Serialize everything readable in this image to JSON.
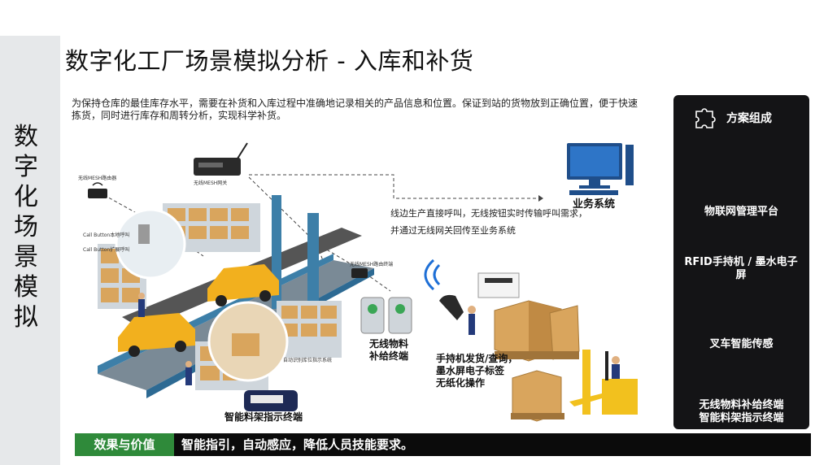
{
  "side_title": "数字化场景模拟",
  "page_title": "数字化工厂场景模拟分析 - 入库和补货",
  "intro": "为保持仓库的最佳库存水平，需要在补货和入库过程中准确地记录相关的产品信息和位置。保证到站的货物放到正确位置，便于快速拣货，同时进行库存和周转分析，实现科学补货。",
  "diagram": {
    "business_system": "业务系统",
    "call_note_line1": "线边生产直接呼叫，无线按钮实时传输呼叫需求，",
    "call_note_line2": "并通过无线网关回传至业务系统",
    "gateway_label": "无线MESH网关",
    "router_label": "无线MESH路由器",
    "terminal_label": "无线MESH路由终端",
    "call_button_label_1": "Call Button本地呼叫",
    "call_button_label_2": "Call Button扩展呼叫",
    "rack_node_label": "自动识别库位指示系统",
    "wireless_terminal_label": "无线物料\n补给终端",
    "handheld_label": "手持机发货/查询，\n墨水屏电子标签\n无纸化操作",
    "shelf_terminal_label": "智能料架指示终端"
  },
  "panel": {
    "header": "方案组成",
    "items": [
      {
        "label": "物联网管理平台"
      },
      {
        "label": "RFID手持机 / 墨水电子屏"
      },
      {
        "label": "叉车智能传感"
      },
      {
        "label": "无线物料补给终端\n智能料架指示终端"
      }
    ]
  },
  "bottom": {
    "tag": "效果与价值",
    "text": "智能指引，自动感应，降低人员技能要求。"
  },
  "colors": {
    "side_band": "#e6e8ea",
    "panel_bg": "#141416",
    "tag_green": "#2f8a3a",
    "bar_black": "#0b0b0b",
    "conveyor_blue": "#3d7fa8",
    "car_yellow": "#f2b01e",
    "box_tan": "#d9a55d"
  }
}
